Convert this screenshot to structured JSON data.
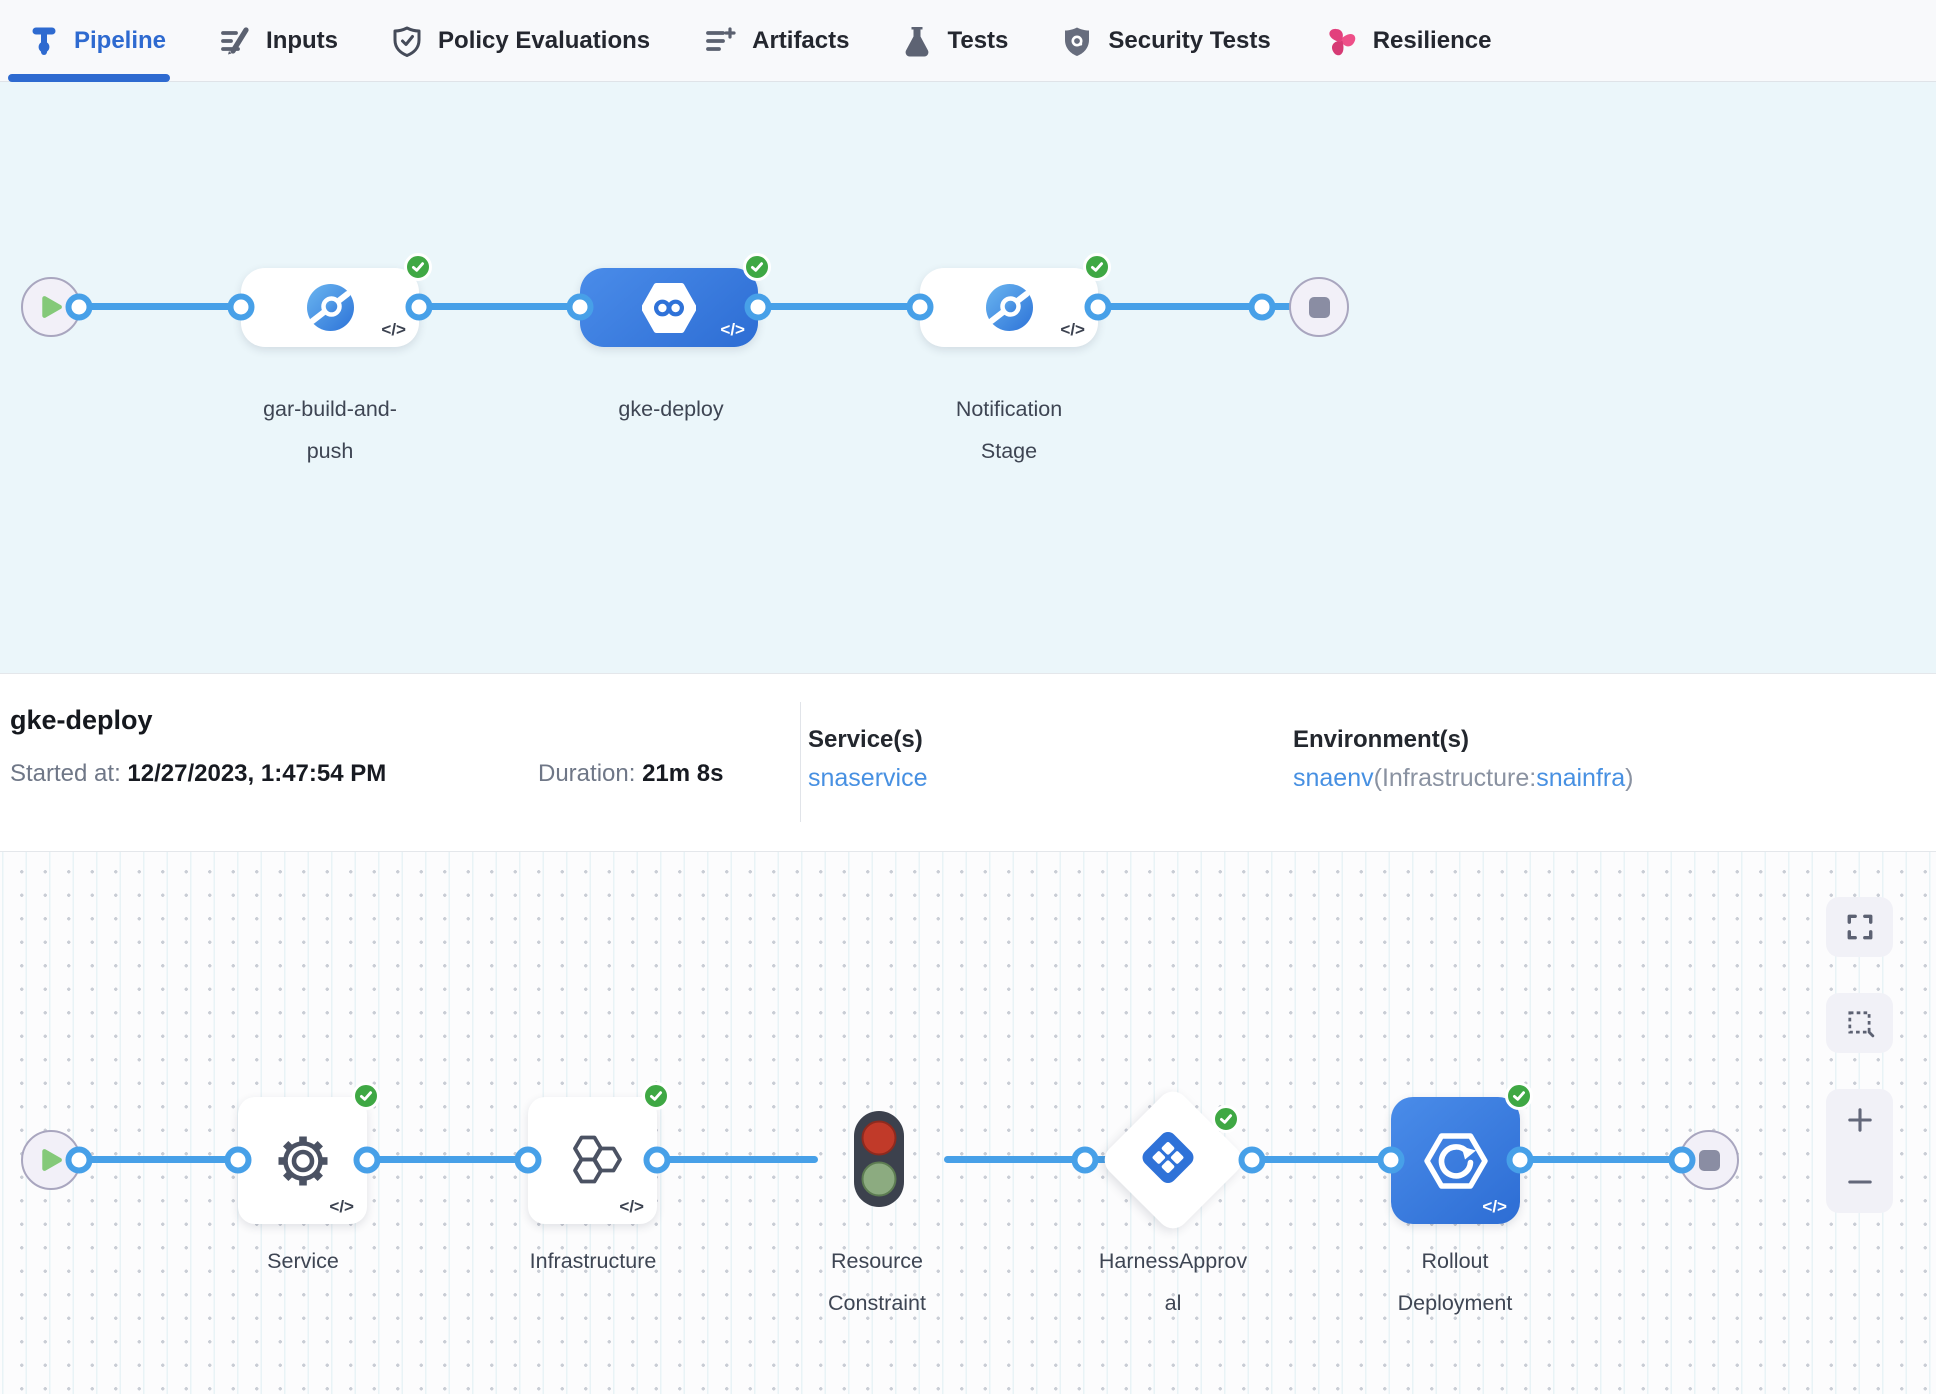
{
  "tabs": [
    {
      "label": "Pipeline"
    },
    {
      "label": "Inputs"
    },
    {
      "label": "Policy Evaluations"
    },
    {
      "label": "Artifacts"
    },
    {
      "label": "Tests"
    },
    {
      "label": "Security Tests"
    },
    {
      "label": "Resilience"
    }
  ],
  "stage_graph": {
    "code_glyph": "</>",
    "stages": [
      {
        "label": "gar-build-and-push",
        "status": "success",
        "selected": false,
        "icon": "custom-stage-icon"
      },
      {
        "label": "gke-deploy",
        "status": "success",
        "selected": true,
        "icon": "deploy-stage-icon"
      },
      {
        "label": "Notification Stage",
        "status": "success",
        "selected": false,
        "icon": "custom-stage-icon"
      }
    ]
  },
  "details": {
    "title": "gke-deploy",
    "started_label": "Started at:",
    "started_value": "12/27/2023, 1:47:54 PM",
    "duration_label": "Duration:",
    "duration_value": "21m 8s",
    "services_label": "Service(s)",
    "service_link": "snaservice",
    "environments_label": "Environment(s)",
    "env_link": "snaenv",
    "env_infra_prefix": "(Infrastructure:",
    "env_infra_link": "snainfra",
    "env_suffix": ")"
  },
  "execution_graph": {
    "code_glyph": "</>",
    "steps": [
      {
        "label": "Service",
        "status": "success",
        "icon": "gear-icon"
      },
      {
        "label": "Infrastructure",
        "status": "success",
        "icon": "hexagons-icon"
      },
      {
        "label": "Resource Constraint",
        "status": "none",
        "icon": "traffic-light-icon"
      },
      {
        "label": "HarnessApproval",
        "status": "success",
        "icon": "approval-diamond-icon"
      },
      {
        "label": "Rollout Deployment",
        "status": "success",
        "icon": "rollout-icon"
      }
    ],
    "controls": [
      "fullscreen",
      "marquee-select",
      "zoom-in",
      "zoom-out"
    ]
  },
  "colors": {
    "accent_blue": "#2e6ad0",
    "connector_blue": "#47a0e8",
    "link_blue": "#4790e2",
    "success_green": "#3fa844",
    "selected_stage_blue": "#3a7de0",
    "resilience_pink": "#e2407d",
    "stage_canvas_bg": "#ebf6fa"
  }
}
